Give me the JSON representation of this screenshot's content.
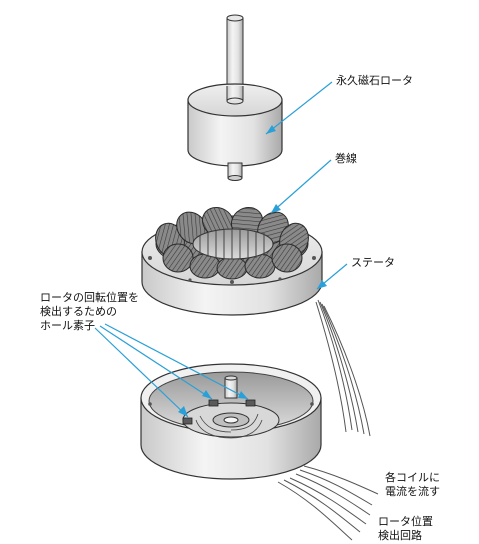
{
  "labels": {
    "rotor": "永久磁石ロータ",
    "winding": "巻線",
    "stator": "ステータ",
    "hall_line1": "ロータの回転位置を",
    "hall_line2": "検出するための",
    "hall_line3": "ホール素子",
    "coil_line1": "各コイルに",
    "coil_line2": "電流を流す",
    "detect_line1": "ロータ位置",
    "detect_line2": "検出回路"
  },
  "colors": {
    "leader": "#2aa0d8",
    "outline": "#333333",
    "winding": "#6e6e6e"
  }
}
